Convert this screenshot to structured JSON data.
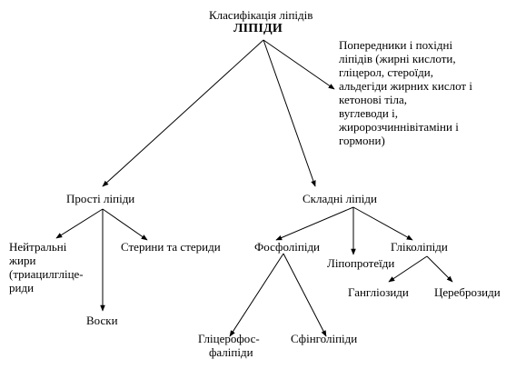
{
  "title": "Класифікація ліпідів",
  "root": "ЛІПІДИ",
  "precursors": [
    "Попередники і похідні",
    "ліпідів (жирні кислоти,",
    "гліцерол, стероїди,",
    "альдегіди жирних кислот і",
    "кетонові тіла,",
    "вуглеводи і,",
    "жиророзчиннівітаміни і",
    "гормони)"
  ],
  "simple_lipids": "Прості ліпіди",
  "complex_lipids": "Складні ліпіди",
  "neutral_fats": [
    "Нейтральні",
    "жири",
    "(триацилгліце-",
    "риди"
  ],
  "sterols": "Стерини та стериди",
  "waxes": "Воски",
  "phospholipids": "Фосфоліпіди",
  "lipoproteins": "Ліпопротеїди",
  "glycolipids": "Гліколіпіди",
  "gangliosides": "Гангліозиди",
  "cerebrosides": "Цереброзиди",
  "glycerophospholipids": [
    "Гліцерофос-",
    "фаліпіди"
  ],
  "sphingolipids": "Сфінголіпіди"
}
